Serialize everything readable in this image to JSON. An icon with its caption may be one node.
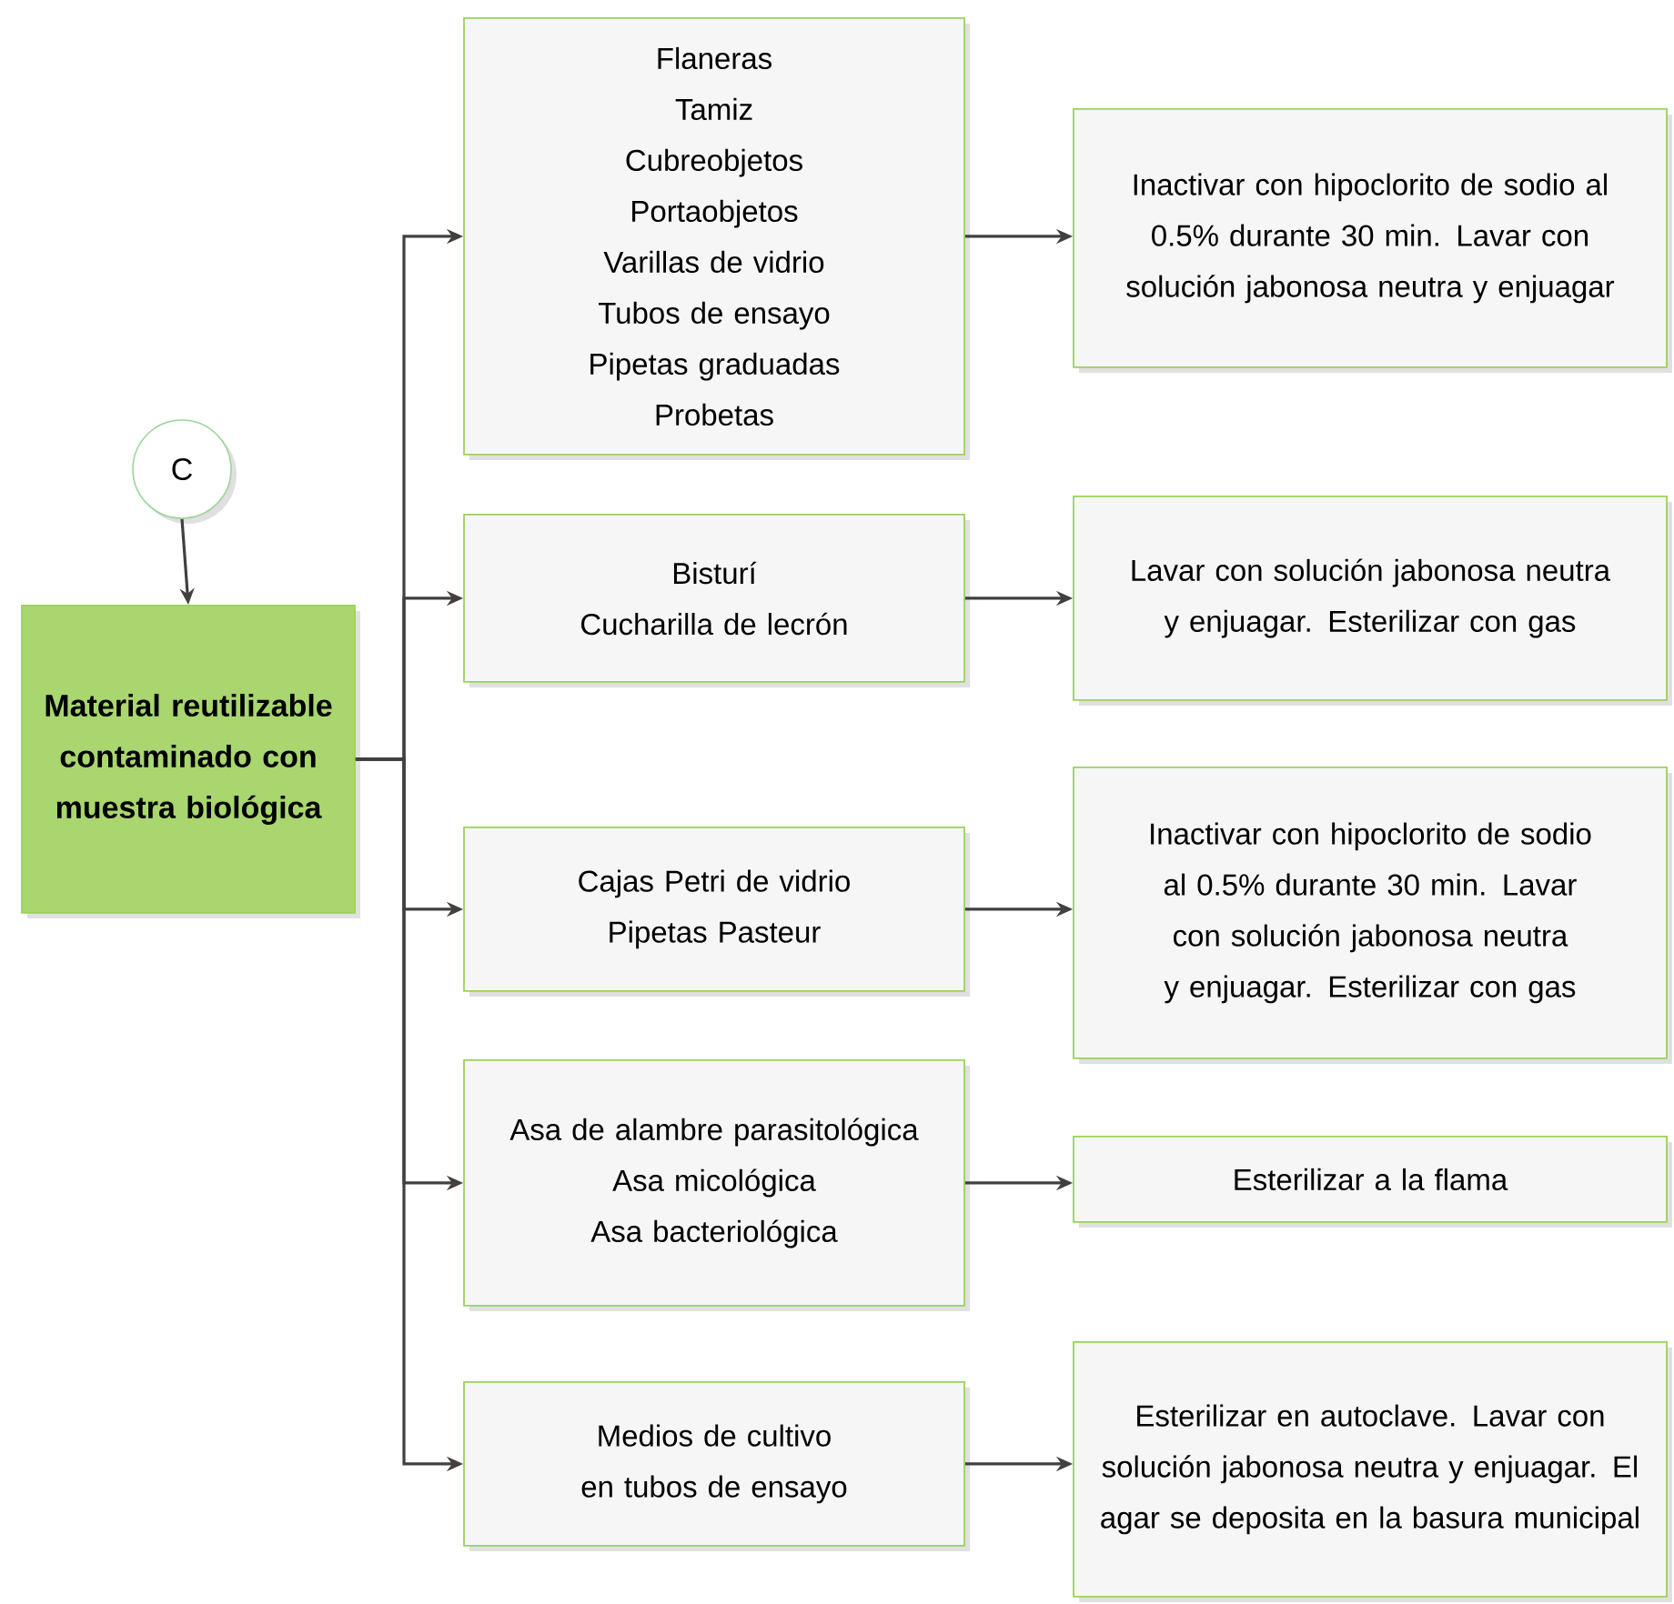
{
  "diagram": {
    "nodes": [
      {
        "text": [
          "C"
        ]
      },
      {
        "text": [
          "Material reutilizable contaminado con muestra biológica"
        ]
      },
      {
        "text": [
          "Flaneras",
          "Tamiz",
          "Cubreobjetos",
          "Portaobjetos",
          "Varillas de vidrio",
          "Tubos de ensayo",
          "Pipetas graduadas",
          "Probetas"
        ]
      },
      {
        "text": [
          "Bisturí",
          "Cucharilla de lecrón"
        ]
      },
      {
        "text": [
          "Cajas Petri de vidrio",
          "Pipetas Pasteur"
        ]
      },
      {
        "text": [
          "Asa de alambre parasitológica",
          "Asa micológica",
          "Asa bacteriológica"
        ]
      },
      {
        "text": [
          "Medios de cultivo en tubos de ensayo"
        ]
      },
      {
        "text": [
          "Inactivar con hipoclorito de sodio al 0.5% durante 30 min. Lavar con solución jabonosa neutra y enjuagar"
        ]
      },
      {
        "text": [
          "Lavar con solución jabonosa neutra y enjuagar. Esterilizar con gas"
        ]
      },
      {
        "text": [
          "Inactivar con hipoclorito de sodio al 0.5% durante 30 min. Lavar con solución jabonosa neutra y enjuagar. Esterilizar con gas"
        ]
      },
      {
        "text": [
          "Esterilizar a la flama"
        ]
      },
      {
        "text": [
          "Esterilizar en autoclave. Lavar con solución jabonosa neutra y enjuagar. El agar se deposita en la basura municipal"
        ]
      }
    ],
    "edges": [
      {
        "from": 0,
        "to": 1,
        "arrow": "to"
      },
      {
        "from": 1,
        "to": 2,
        "arrow": "to"
      },
      {
        "from": 1,
        "to": 3,
        "arrow": "to"
      },
      {
        "from": 1,
        "to": 4,
        "arrow": "to"
      },
      {
        "from": 1,
        "to": 5,
        "arrow": "to"
      },
      {
        "from": 1,
        "to": 6,
        "arrow": "to"
      },
      {
        "from": 2,
        "to": 7,
        "arrow": "to"
      },
      {
        "from": 3,
        "to": 8,
        "arrow": "to"
      },
      {
        "from": 4,
        "to": 9,
        "arrow": "to"
      },
      {
        "from": 5,
        "to": 10,
        "arrow": "to"
      },
      {
        "from": 6,
        "to": 11,
        "arrow": "to"
      }
    ]
  }
}
